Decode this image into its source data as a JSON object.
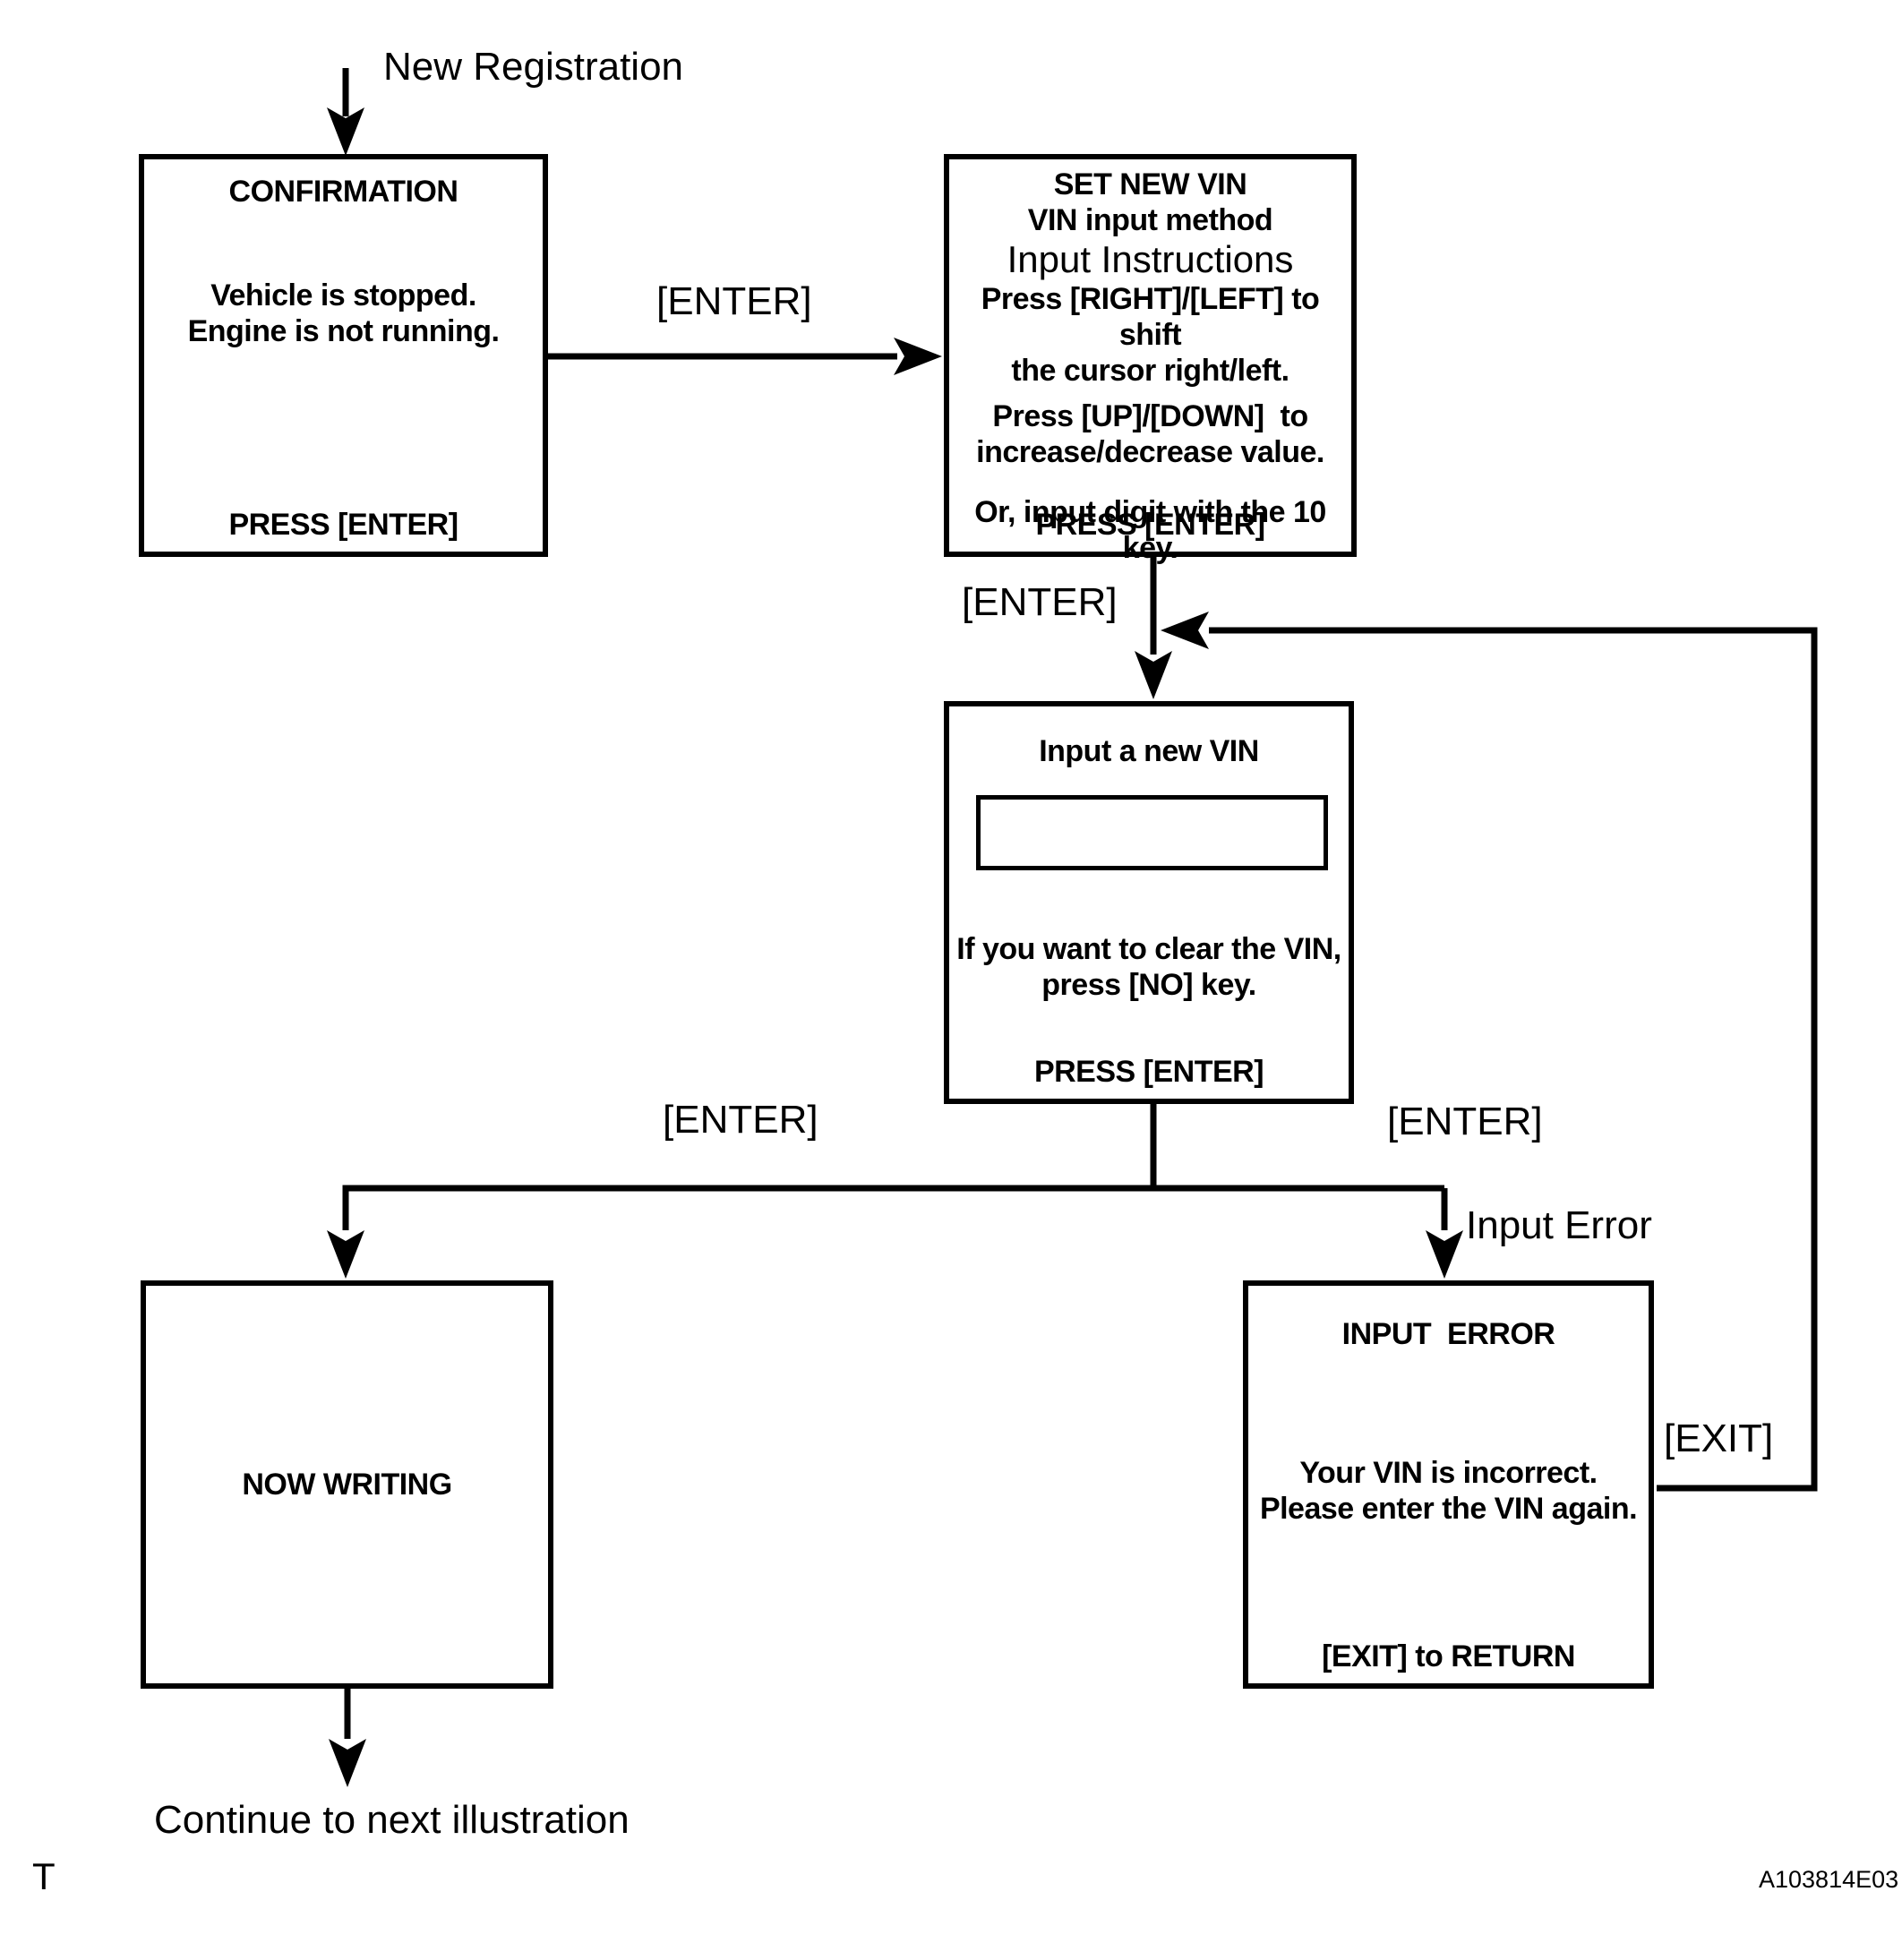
{
  "figure": {
    "code": "A103814E03",
    "page_marker": "T"
  },
  "labels": {
    "new_registration": "New Registration",
    "enter_top": "[ENTER]",
    "enter_mid": "[ENTER]",
    "enter_bottom_left": "[ENTER]",
    "enter_bottom_right": "[ENTER]",
    "input_error": "Input Error",
    "exit": "[EXIT]",
    "continue_note": "Continue to next illustration"
  },
  "boxes": {
    "confirmation": {
      "title": "CONFIRMATION",
      "body_line1": "Vehicle is stopped.",
      "body_line2": "Engine is not running.",
      "footer": "PRESS [ENTER]"
    },
    "set_new_vin": {
      "title_line1": "SET NEW VIN",
      "title_line2": "VIN input method",
      "subtitle": "Input Instructions",
      "instr_line1": "Press [RIGHT]/[LEFT] to shift",
      "instr_line2": "the cursor right/left.",
      "instr_line3": "Press [UP]/[DOWN]  to",
      "instr_line4": "increase/decrease value.",
      "note": "Or, input digit with the 10 key.",
      "footer": "PRESS [ENTER]"
    },
    "input_new_vin": {
      "title": "Input a new VIN",
      "vin_field_value": "",
      "body_line1": "If you want to clear the VIN,",
      "body_line2": "press [NO] key.",
      "footer": "PRESS [ENTER]"
    },
    "now_writing": {
      "title": "NOW WRITING"
    },
    "input_error": {
      "title": "INPUT  ERROR",
      "body_line1": "Your VIN is incorrect.",
      "body_line2": "Please enter the VIN again.",
      "footer": "[EXIT] to RETURN"
    }
  },
  "colors": {
    "ink": "#000000",
    "background": "#ffffff"
  }
}
